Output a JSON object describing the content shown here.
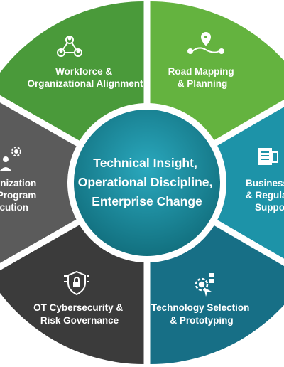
{
  "center": {
    "lines": [
      "Technical Insight,",
      "Operational Discipline,",
      "Enterprise Change"
    ]
  },
  "segments": [
    {
      "id": "workforce",
      "lines": [
        "Workforce &",
        "Organizational Alignment"
      ],
      "icon": "people-network-icon",
      "color": "#4a9a3a"
    },
    {
      "id": "roadmap",
      "lines": [
        "Road Mapping",
        "& Planning"
      ],
      "icon": "route-pin-icon",
      "color": "#64b33f"
    },
    {
      "id": "business",
      "lines": [
        "Business",
        "& Regula",
        "Suppo"
      ],
      "icon": "document-icon",
      "color": "#1d93a8"
    },
    {
      "id": "technology",
      "lines": [
        "Technology Selection",
        "& Prototyping"
      ],
      "icon": "gear-cursor-icon",
      "color": "#176f86"
    },
    {
      "id": "cyber",
      "lines": [
        "OT Cybersecurity &",
        "Risk Governance"
      ],
      "icon": "shield-lock-icon",
      "color": "#3b3b3b"
    },
    {
      "id": "modernization",
      "lines": [
        "ernization",
        "& Program",
        "ecution"
      ],
      "icon": "person-gear-icon",
      "color": "#5b5b5b"
    }
  ]
}
